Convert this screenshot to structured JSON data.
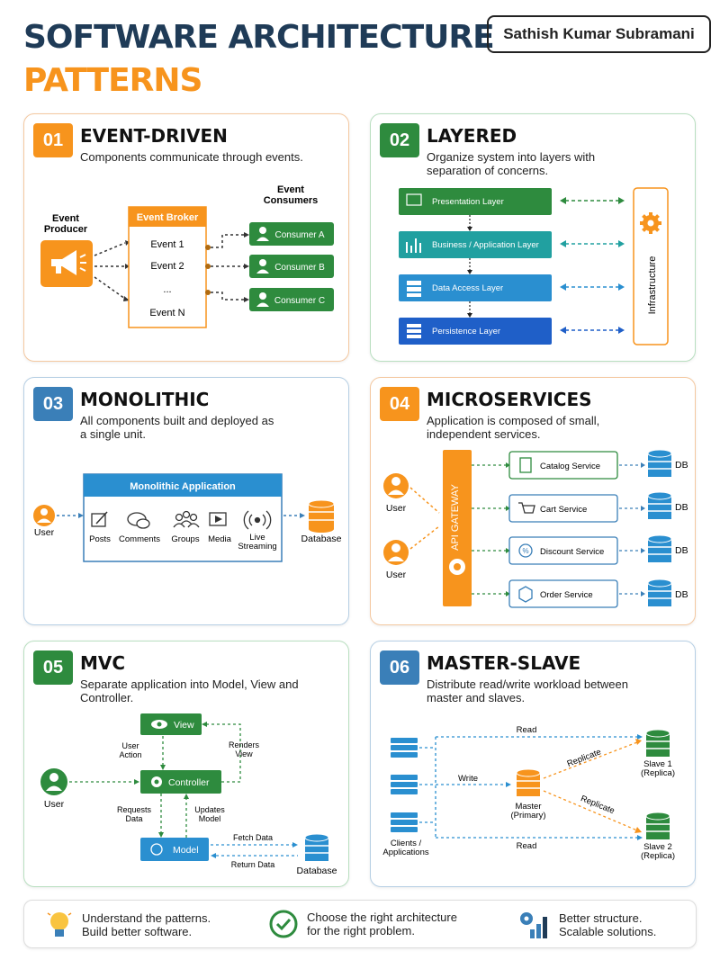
{
  "header": {
    "title_line1": "SOFTWARE ARCHITECTURE",
    "title_line2": "PATTERNS",
    "author": "Sathish Kumar Subramani"
  },
  "cards": {
    "event_driven": {
      "number": "01",
      "title": "EVENT-DRIVEN",
      "description": "Components communicate through events.",
      "producer_label_1": "Event",
      "producer_label_2": "Producer",
      "consumers_label_1": "Event",
      "consumers_label_2": "Consumers",
      "broker_title": "Event Broker",
      "events": [
        "Event 1",
        "Event 2",
        "...",
        "Event N"
      ],
      "consumers": [
        "Consumer A",
        "Consumer B",
        "Consumer C"
      ]
    },
    "layered": {
      "number": "02",
      "title": "LAYERED",
      "description_1": "Organize system into layers with",
      "description_2": "separation of concerns.",
      "layers": [
        "Presentation Layer",
        "Business / Application Layer",
        "Data Access Layer",
        "Persistence Layer"
      ],
      "infrastructure": "Infrastructure"
    },
    "monolithic": {
      "number": "03",
      "title": "MONOLITHIC",
      "description_1": "All components built and deployed as",
      "description_2": "a single unit.",
      "app_title": "Monolithic Application",
      "user": "User",
      "database": "Database",
      "modules": [
        "Posts",
        "Comments",
        "Groups",
        "Media"
      ],
      "live_1": "Live",
      "live_2": "Streaming"
    },
    "microservices": {
      "number": "04",
      "title": "MICROSERVICES",
      "description_1": "Application is composed of small,",
      "description_2": "independent services.",
      "gateway": "API GATEWAY",
      "user": "User",
      "services": [
        "Catalog Service",
        "Cart Service",
        "Discount Service",
        "Order Service"
      ],
      "db": "DB"
    },
    "mvc": {
      "number": "05",
      "title": "MVC",
      "description_1": "Separate application into Model, View and",
      "description_2": "Controller.",
      "view": "View",
      "controller": "Controller",
      "model": "Model",
      "user": "User",
      "database": "Database",
      "user_action_1": "User",
      "user_action_2": "Action",
      "renders_1": "Renders",
      "renders_2": "View",
      "requests_1": "Requests",
      "requests_2": "Data",
      "updates_1": "Updates",
      "updates_2": "Model",
      "fetch": "Fetch Data",
      "return": "Return Data"
    },
    "master_slave": {
      "number": "06",
      "title": "MASTER-SLAVE",
      "description_1": "Distribute read/write workload between",
      "description_2": "master and slaves.",
      "read": "Read",
      "write": "Write",
      "replicate": "Replicate",
      "master_1": "Master",
      "master_2": "(Primary)",
      "slave1_1": "Slave 1",
      "slave1_2": "(Replica)",
      "slave2_1": "Slave 2",
      "slave2_2": "(Replica)",
      "clients_1": "Clients /",
      "clients_2": "Applications"
    }
  },
  "footer": {
    "item1_line1": "Understand the patterns.",
    "item1_line2": "Build better software.",
    "item2_line1": "Choose the right architecture",
    "item2_line2": "for the right problem.",
    "item3_line1": "Better structure.",
    "item3_line2": "Scalable solutions."
  },
  "colors": {
    "orange": "#f7941d",
    "green": "#2e8b3e",
    "blue": "#3a7fb8",
    "navy": "#1f3b57"
  }
}
